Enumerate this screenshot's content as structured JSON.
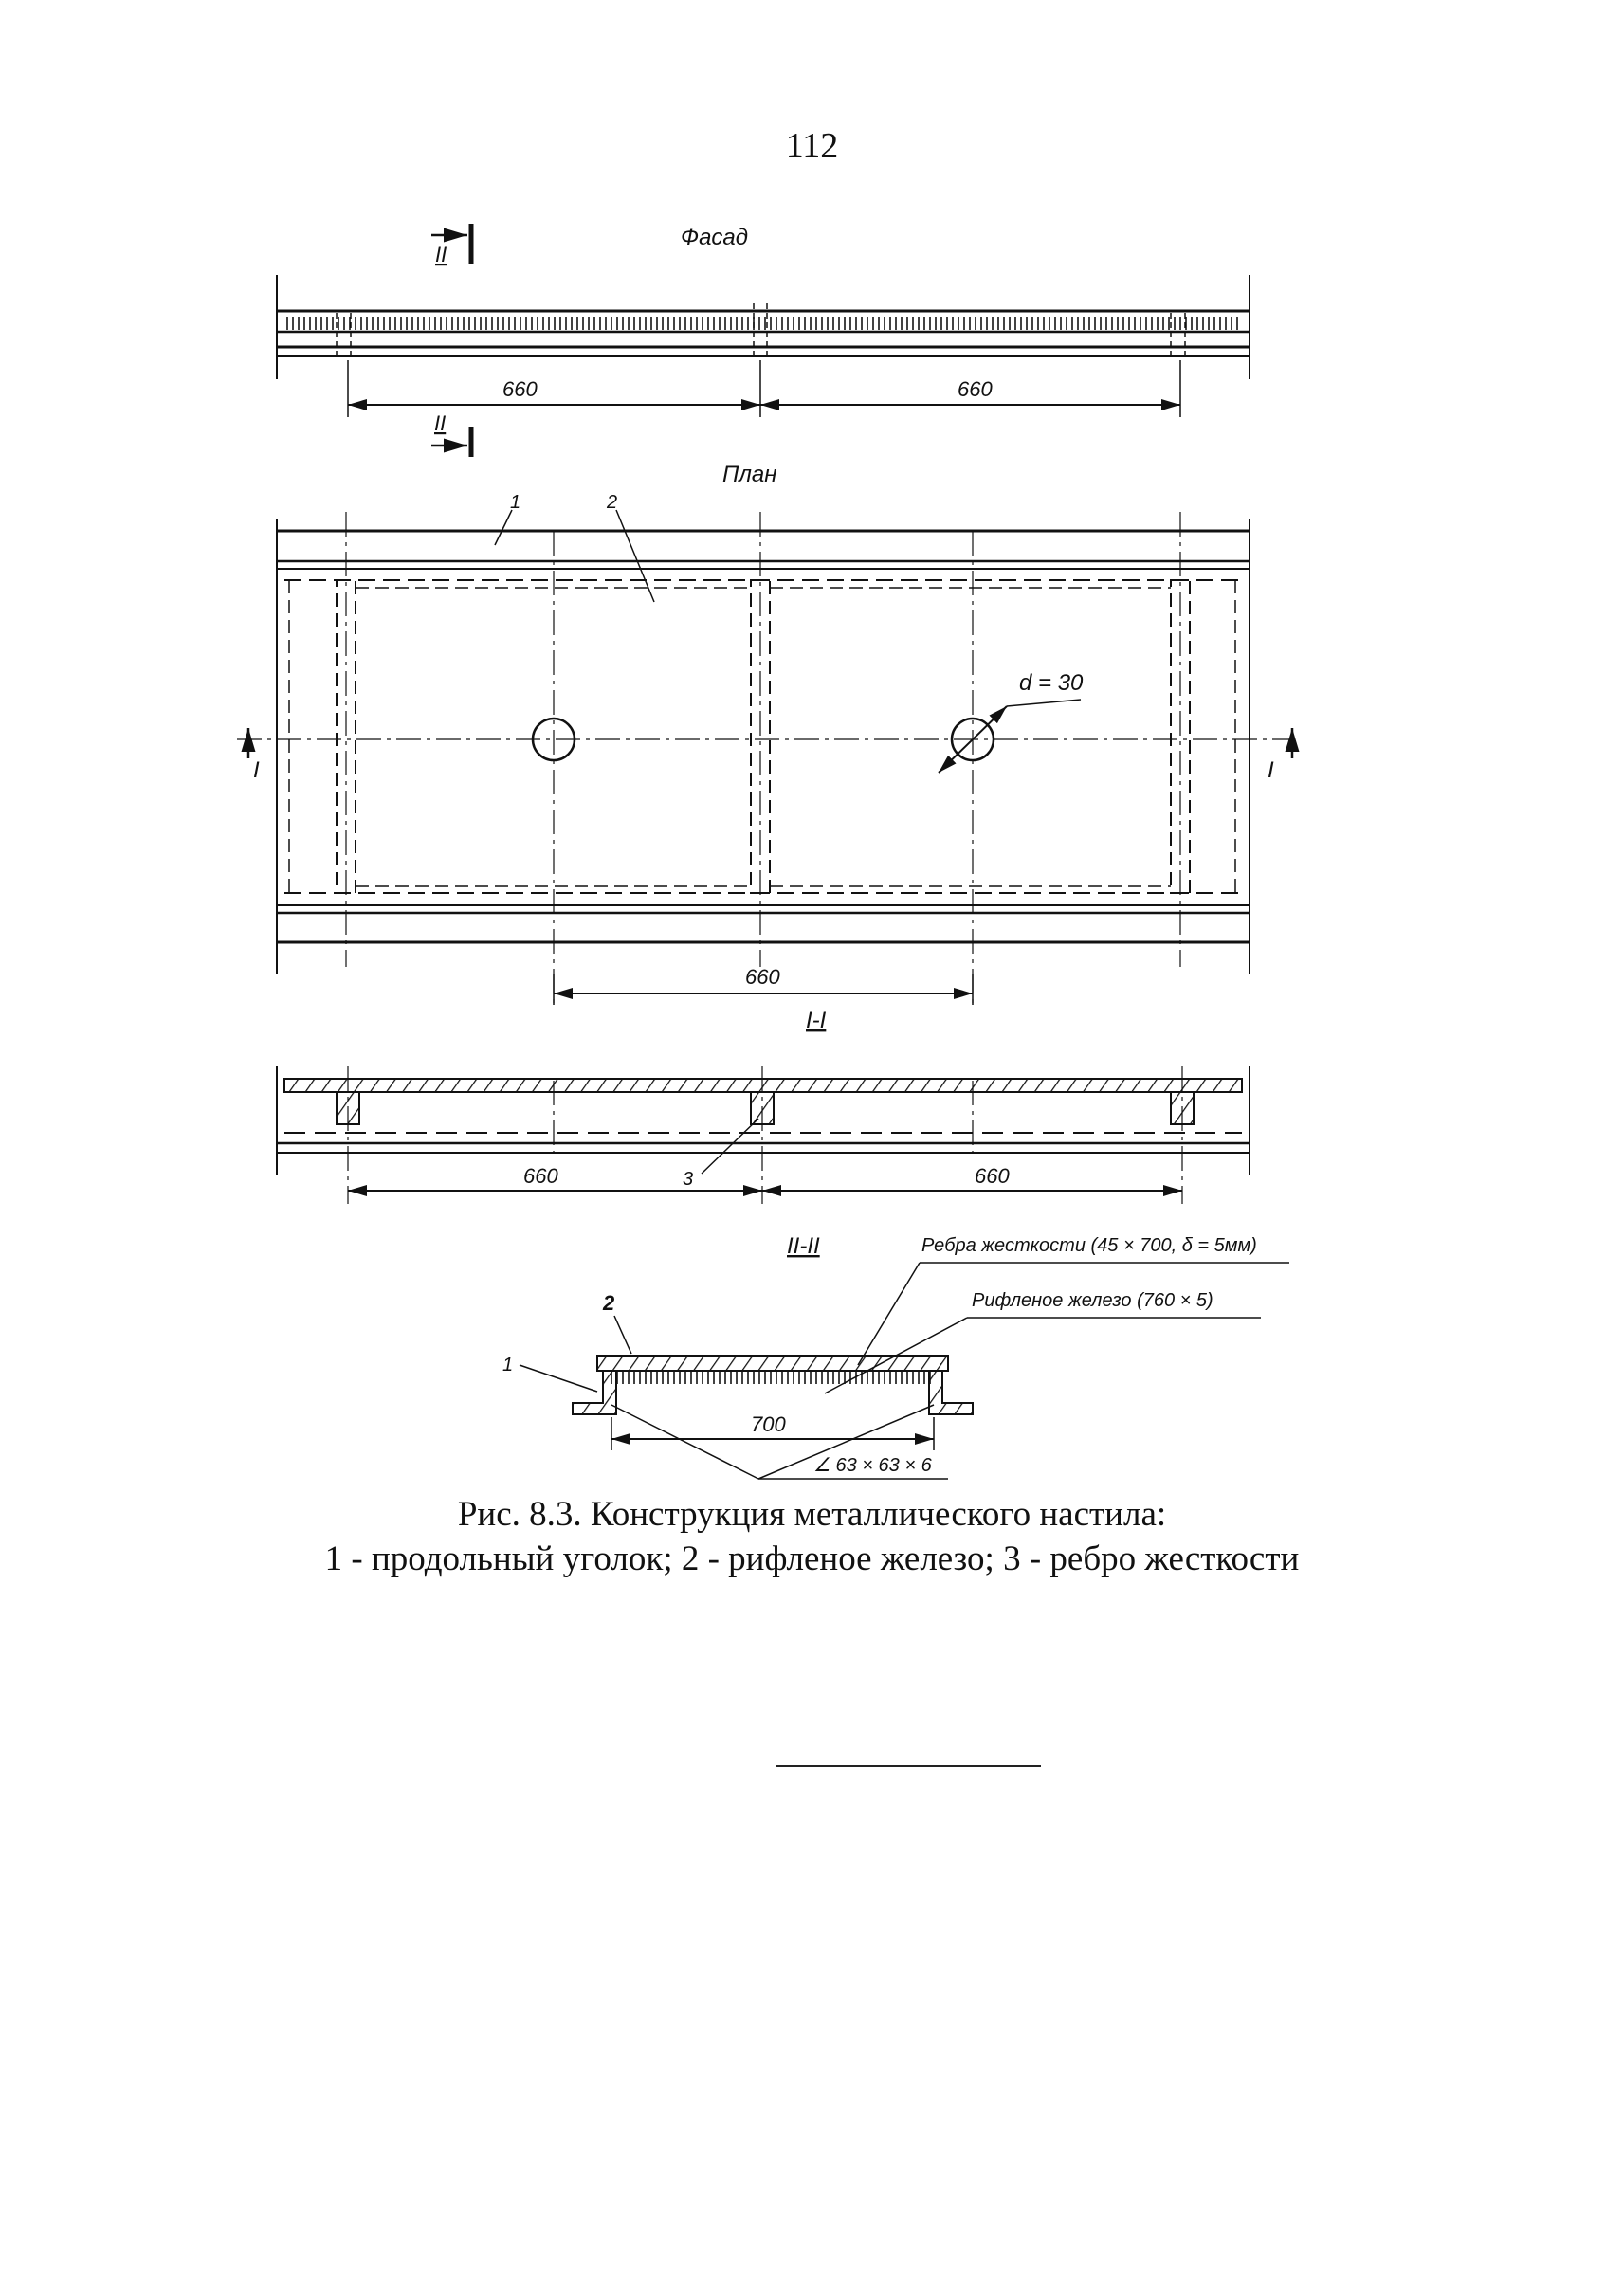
{
  "page": {
    "number": "112"
  },
  "figure": {
    "views": {
      "facade": {
        "title": "Фасад",
        "section_mark": "II",
        "dims": [
          "660",
          "660"
        ]
      },
      "plan": {
        "title": "План",
        "section_mark_top": "II",
        "callouts": [
          "1",
          "2"
        ],
        "hole_label": "d = 30",
        "section_left": "I",
        "section_right": "I",
        "dim": "660"
      },
      "section_1": {
        "title": "I-I",
        "callout": "3",
        "dims": [
          "660",
          "660"
        ]
      },
      "section_2": {
        "title": "II-II",
        "callouts": [
          "1",
          "2"
        ],
        "rib_label": "Ребра жесткости (45 × 700, δ = 5мм)",
        "sheet_label": "Рифленое железо (760 × 5)",
        "dim": "700",
        "angle_label": "∠ 63 × 63 × 6"
      }
    },
    "caption_line1": "Рис. 8.3. Конструкция металлического настила:",
    "caption_line2": "1 - продольный уголок; 2 - рифленое железо; 3 - ребро жесткости"
  },
  "colors": {
    "ink": "#111111",
    "paper": "#ffffff"
  }
}
